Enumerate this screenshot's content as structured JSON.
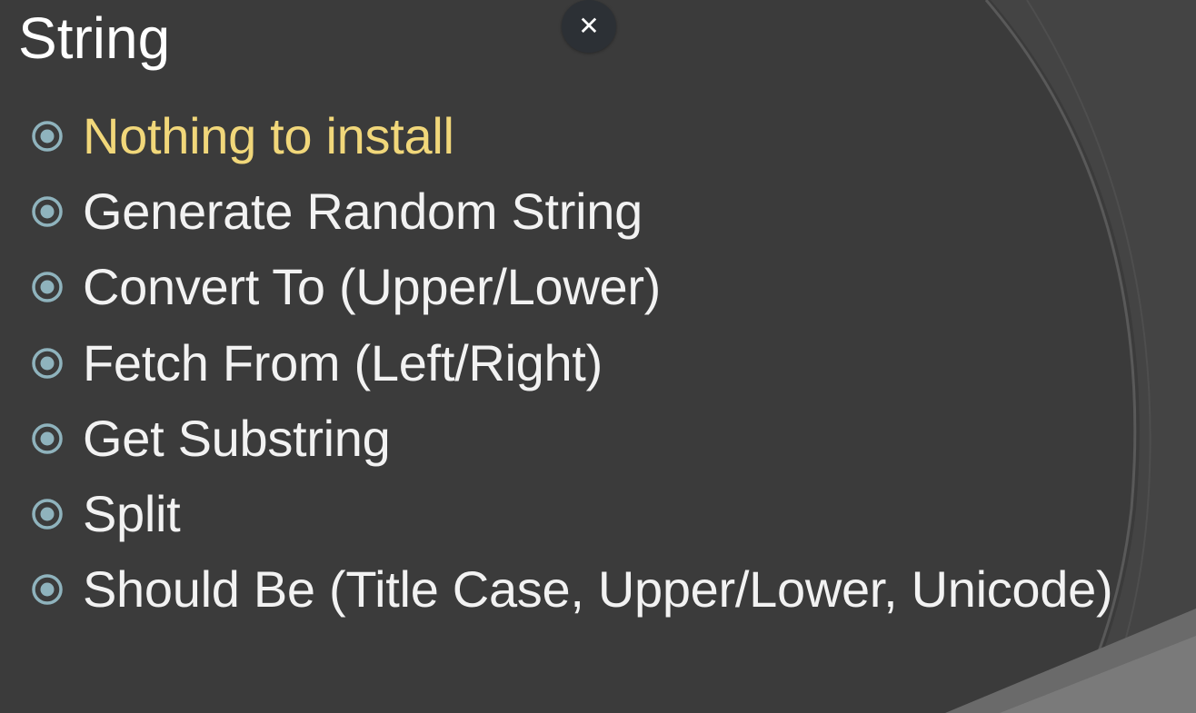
{
  "slide": {
    "title": "String",
    "bullets": [
      {
        "label": "Nothing to install",
        "highlighted": true
      },
      {
        "label": "Generate Random String",
        "highlighted": false
      },
      {
        "label": "Convert To (Upper/Lower)",
        "highlighted": false
      },
      {
        "label": "Fetch From (Left/Right)",
        "highlighted": false
      },
      {
        "label": "Get Substring",
        "highlighted": false
      },
      {
        "label": "Split",
        "highlighted": false
      },
      {
        "label": "Should Be (Title Case, Upper/Lower, Unicode)",
        "highlighted": false
      }
    ],
    "bullet_icon": "circle-target-icon"
  },
  "overlay": {
    "close_label": "✕",
    "close_icon": "close-icon"
  },
  "colors": {
    "background": "#3b3b3b",
    "title_text": "#ffffff",
    "body_text": "#f2f2f2",
    "highlight_text": "#f1d77a",
    "bullet_ring": "#8fb3bd",
    "close_button_bg": "#2c3035"
  }
}
